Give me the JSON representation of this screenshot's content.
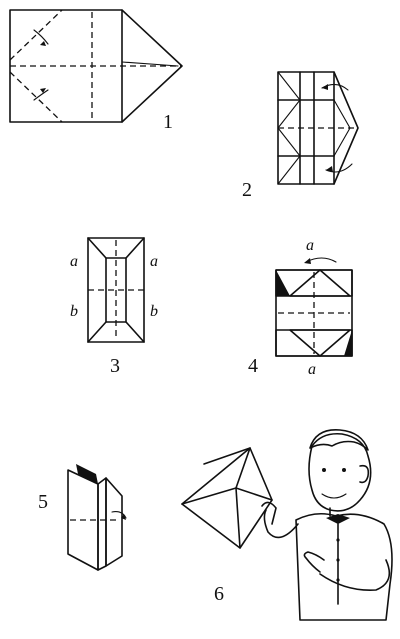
{
  "steps": [
    {
      "number": "1"
    },
    {
      "number": "2"
    },
    {
      "number": "3",
      "side_labels": [
        "a",
        "a",
        "b",
        "b"
      ]
    },
    {
      "number": "4",
      "fold_labels": [
        "a",
        "a"
      ]
    },
    {
      "number": "5"
    },
    {
      "number": "6"
    }
  ]
}
